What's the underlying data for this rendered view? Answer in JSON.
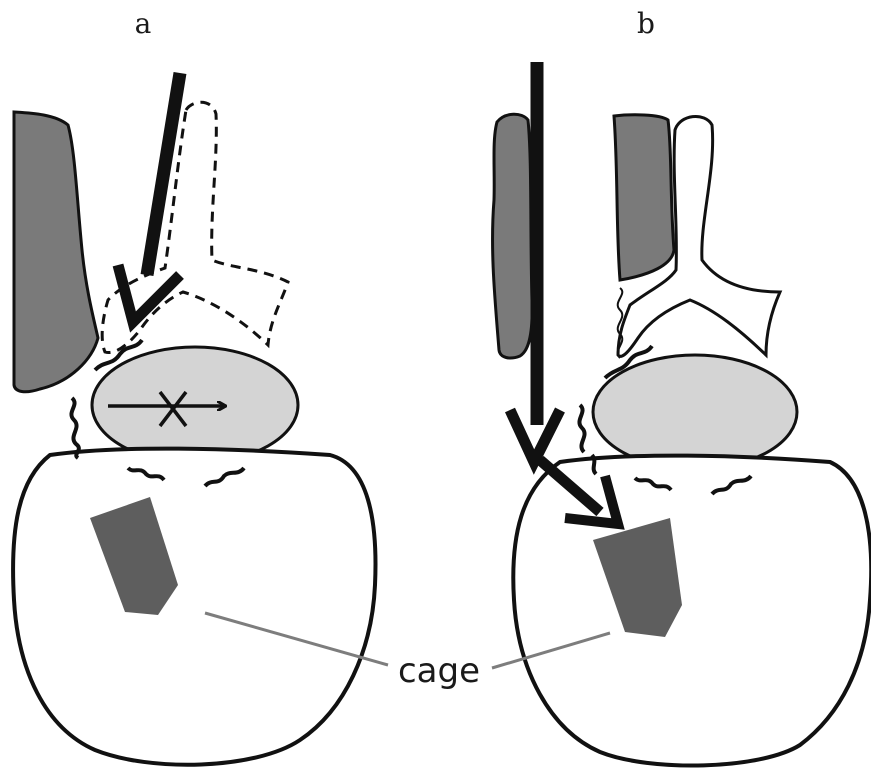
{
  "panels": [
    {
      "label": "a"
    },
    {
      "label": "b"
    }
  ],
  "annotation": {
    "text": "cage"
  },
  "colors": {
    "bone_dark": "#7a7a7a",
    "disc_light": "#d4d4d4",
    "cage": "#5e5e5e",
    "outline": "#111111",
    "leader_line": "#7d7d7d",
    "background": "#ffffff"
  }
}
